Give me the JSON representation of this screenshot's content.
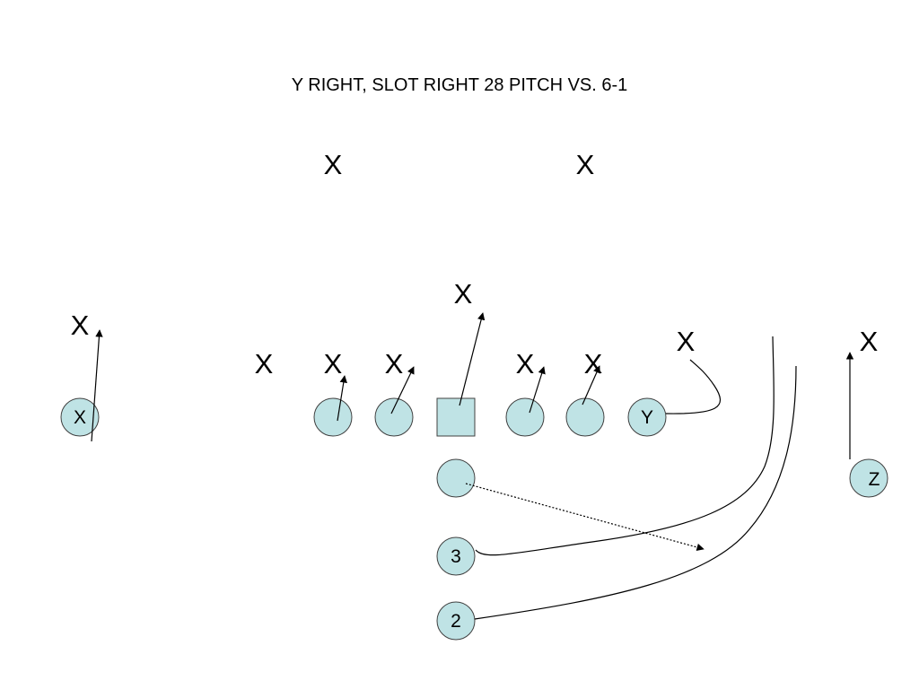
{
  "title": "Y RIGHT, SLOT RIGHT 28 PITCH VS. 6-1",
  "colors": {
    "player_fill": "#bfe3e5",
    "player_stroke": "#404040",
    "ink": "#000000"
  },
  "defense": {
    "symbol": "X",
    "count": 11
  },
  "offense": {
    "x_receiver": "X",
    "y_end": "Y",
    "z_receiver": "Z",
    "back_3": "3",
    "back_2": "2"
  }
}
